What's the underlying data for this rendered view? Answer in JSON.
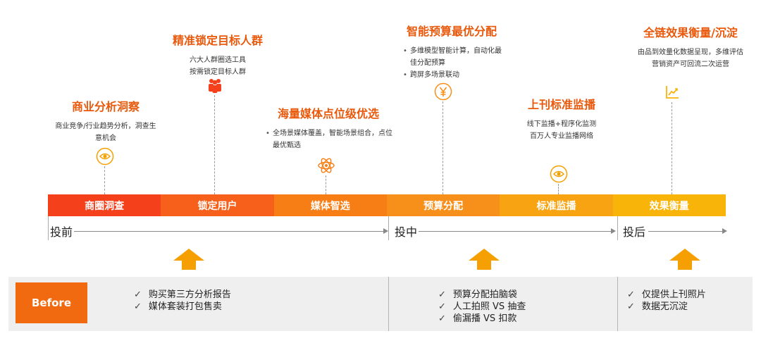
{
  "stages": [
    {
      "title": "商业分析洞察",
      "desc": [
        "商业竞争/行业趋势分析，洞查生",
        "意机会"
      ]
    },
    {
      "title": "精准锁定目标人群",
      "desc": [
        "六大人群圈选工具",
        "按需锁定目标人群"
      ]
    },
    {
      "title": "海量媒体点位级优选",
      "bullets": [
        "全场景媒体覆盖，智能场景组合，点位",
        "最优甄选"
      ]
    },
    {
      "title": "智能预算最优分配",
      "bullets": [
        "多维模型智能计算，自动化最",
        "佳分配预算",
        "跨屏多场景联动"
      ]
    },
    {
      "title": "上刊标准监播",
      "desc": [
        "线下监播+程序化监测",
        "百万人专业监播网络"
      ]
    },
    {
      "title": "全链效果衡量/沉淀",
      "desc": [
        "由品到效量化数据呈现，多维评估",
        "营销资产可回流二次运营"
      ]
    }
  ],
  "icons": [
    "eye-icon",
    "people-icon",
    "atom-icon",
    "yen-icon",
    "eye-icon",
    "chart-icon"
  ],
  "bar_segments": [
    {
      "label": "商圈洞查",
      "color": "#f5401c"
    },
    {
      "label": "锁定用户",
      "color": "#f6601a"
    },
    {
      "label": "媒体智选",
      "color": "#f77e14"
    },
    {
      "label": "预算分配",
      "color": "#f7901a"
    },
    {
      "label": "标准监播",
      "color": "#f8a412"
    },
    {
      "label": "效果衡量",
      "color": "#f9b40a"
    }
  ],
  "phases": [
    "投前",
    "投中",
    "投后"
  ],
  "before_label": "Before",
  "before_items": [
    [
      "购买第三方分析报告",
      "媒体套装打包售卖"
    ],
    [
      "预算分配拍脑袋",
      "人工拍照 VS 抽查",
      "偷漏播 VS 扣款"
    ],
    [
      "仅提供上刊照片",
      "数据无沉淀"
    ]
  ],
  "colors": {
    "accent": "#e8590c",
    "arrow": "#f5a000",
    "before_bg": "#f26a10",
    "panel_bg": "#efefef"
  }
}
